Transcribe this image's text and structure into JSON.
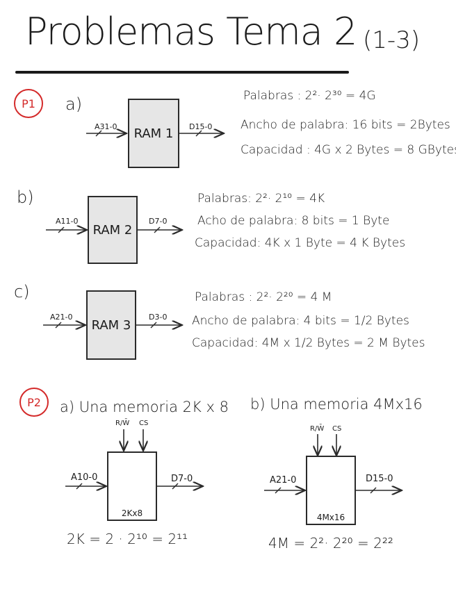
{
  "header": {
    "title": "Problemas Tema 2",
    "subtitle": "(1-3)"
  },
  "problem1": {
    "badge": "P1",
    "parts": [
      {
        "label": "a)",
        "block": "RAM 1",
        "address_bus": "A31-0",
        "data_bus": "D15-0",
        "lines": [
          "Palabras : 2²· 2³⁰ = 4G",
          "Ancho de palabra: 16 bits = 2Bytes",
          "Capacidad : 4G x 2 Bytes = 8 GBytes"
        ]
      },
      {
        "label": "b)",
        "block": "RAM 2",
        "address_bus": "A11-0",
        "data_bus": "D7-0",
        "lines": [
          "Palabras: 2²· 2¹⁰ = 4K",
          "Acho de palabra: 8 bits = 1 Byte",
          "Capacidad: 4K x 1 Byte = 4 K Bytes"
        ]
      },
      {
        "label": "c)",
        "block": "RAM 3",
        "address_bus": "A21-0",
        "data_bus": "D3-0",
        "lines": [
          "Palabras : 2²· 2²⁰ = 4 M",
          "Ancho de palabra: 4 bits = 1/2 Bytes",
          "Capacidad: 4M x 1/2 Bytes = 2 M Bytes"
        ]
      }
    ]
  },
  "problem2": {
    "badge": "P2",
    "parts": [
      {
        "label": "a) Una memoria 2K x 8",
        "control_rw": "R/W̄",
        "control_cs": "CS",
        "address_bus": "A10-0",
        "data_bus": "D7-0",
        "block_caption": "2Kx8",
        "equation": "2K = 2 · 2¹⁰ = 2¹¹"
      },
      {
        "label": "b) Una memoria 4Mx16",
        "control_rw": "R/W̄",
        "control_cs": "CS",
        "address_bus": "A21-0",
        "data_bus": "D15-0",
        "block_caption": "4Mx16",
        "equation": "4M = 2²· 2²⁰ = 2²²"
      }
    ]
  }
}
